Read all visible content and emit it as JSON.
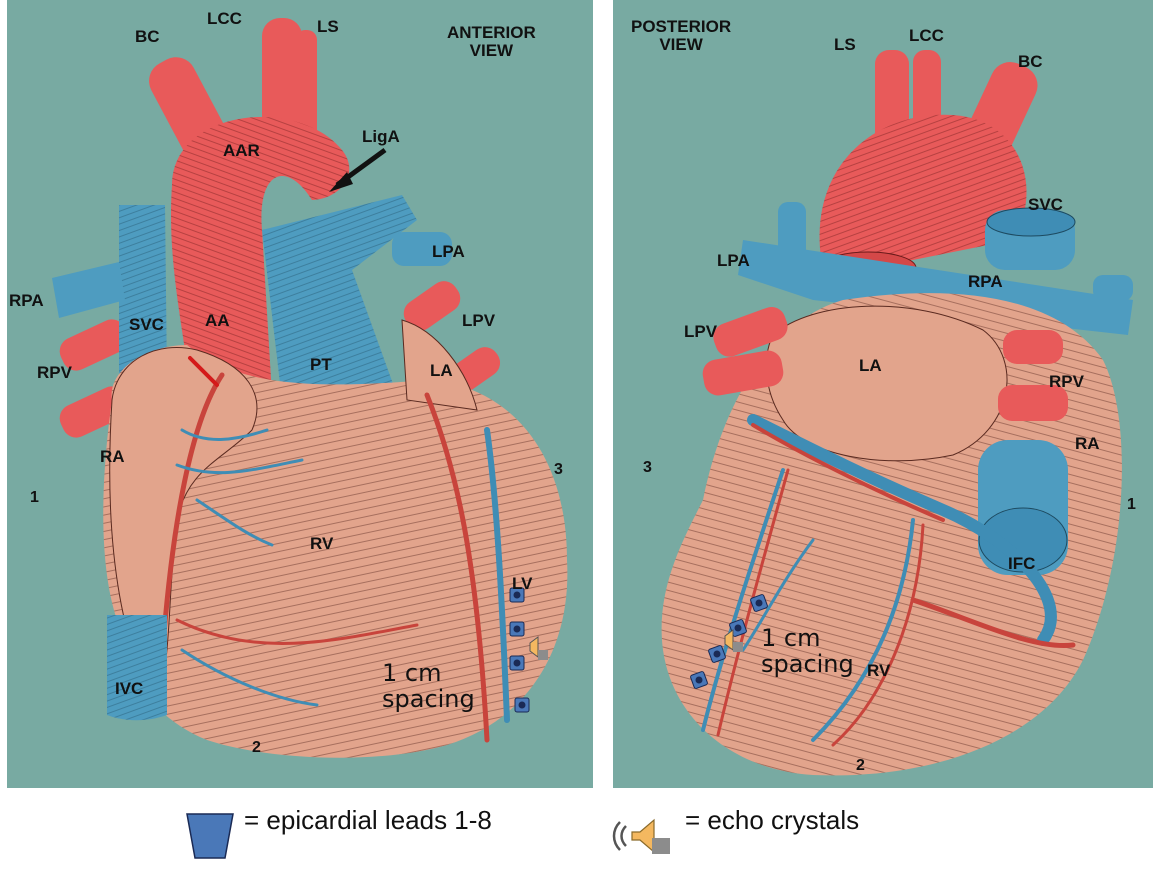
{
  "anterior": {
    "view_title": "ANTERIOR\nVIEW",
    "labels": {
      "bc": "BC",
      "lcc": "LCC",
      "ls": "LS",
      "aar": "AAR",
      "liga": "LigA",
      "lpa": "LPA",
      "rpa": "RPA",
      "svc": "SVC",
      "aa": "AA",
      "lpv": "LPV",
      "pt": "PT",
      "rpv": "RPV",
      "la": "LA",
      "ra": "RA",
      "rv": "RV",
      "lv": "LV",
      "ivc": "IVC"
    },
    "face_numbers": [
      "1",
      "2",
      "3"
    ],
    "spacing_note": "1 cm\nspacing"
  },
  "posterior": {
    "view_title": "POSTERIOR\nVIEW",
    "labels": {
      "ls": "LS",
      "lcc": "LCC",
      "bc": "BC",
      "svc": "SVC",
      "lpa": "LPA",
      "rpa": "RPA",
      "lpv": "LPV",
      "la": "LA",
      "rpv": "RPV",
      "ra": "RA",
      "ifc": "IFC",
      "rv": "RV"
    },
    "face_numbers": [
      "3",
      "1",
      "2"
    ],
    "spacing_note": "1 cm\nspacing"
  },
  "legend": {
    "leads_text": "= epicardial leads 1-8",
    "crystals_text": "= echo crystals"
  },
  "colors": {
    "background": "#78aaa2",
    "artery_red": "#e85a5a",
    "vein_blue": "#4e9cc0",
    "myocardium": "#e2a48c",
    "lead_marker": "#4a78b8"
  }
}
